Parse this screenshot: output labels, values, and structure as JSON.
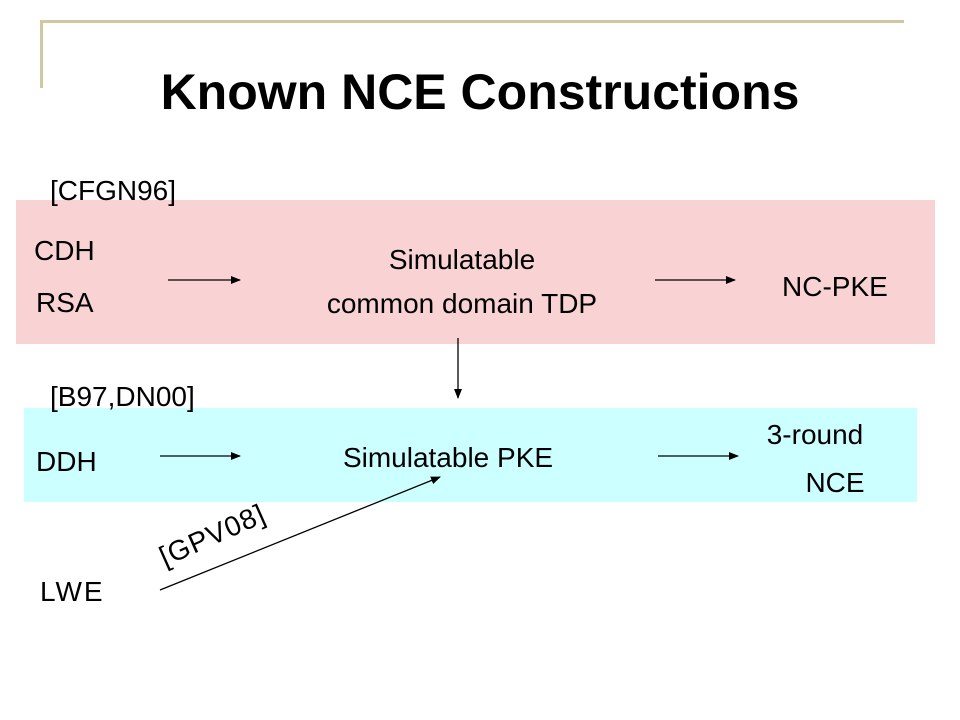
{
  "slide": {
    "title": "Known NCE Constructions"
  },
  "diagram": {
    "row1": {
      "citation": "[CFGN96]",
      "assumptions": [
        "CDH",
        "RSA"
      ],
      "middle": [
        "Simulatable",
        "common domain TDP"
      ],
      "result": "NC-PKE",
      "color": "#f9d3d3"
    },
    "row2": {
      "citation": "[B97,DN00]",
      "assumption": "DDH",
      "middle": "Simulatable PKE",
      "result": [
        "3-round",
        "NCE"
      ],
      "color": "#ccffff"
    },
    "row3": {
      "assumption": "LWE",
      "citation": "[GPV08]"
    },
    "accent_color": "#d1c8a1"
  }
}
